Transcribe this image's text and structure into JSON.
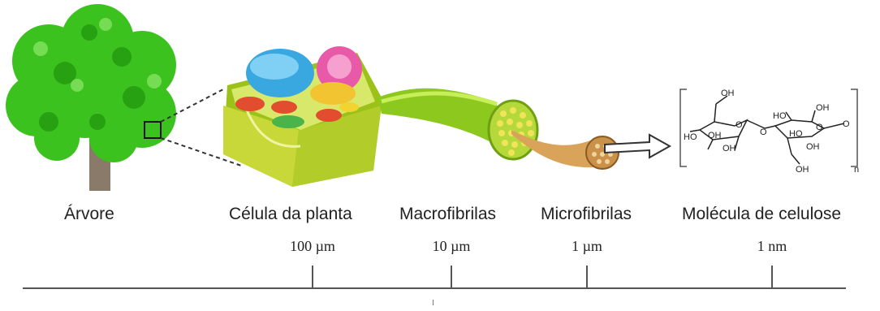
{
  "stages": [
    {
      "label": "Árvore",
      "scale": ""
    },
    {
      "label": "Célula da planta",
      "scale": "100 µm"
    },
    {
      "label": "Macrofibrilas",
      "scale": "10 µm"
    },
    {
      "label": "Microfibrilas",
      "scale": "1 µm"
    },
    {
      "label": "Molécula de celulose",
      "scale": "1 nm"
    }
  ],
  "molecule": {
    "groups": [
      "OH",
      "OH",
      "HO",
      "HO",
      "OH",
      "O",
      "O",
      "O",
      "O",
      "OH",
      "OH",
      "HO",
      "OH",
      "n"
    ]
  },
  "colors": {
    "tree_foliage": "#3cc21e",
    "trunk": "#8a7a6a",
    "cell_wall": "#b7d22a",
    "macrofibril": "#7fc21a",
    "microfibril": "#d9a35a"
  }
}
